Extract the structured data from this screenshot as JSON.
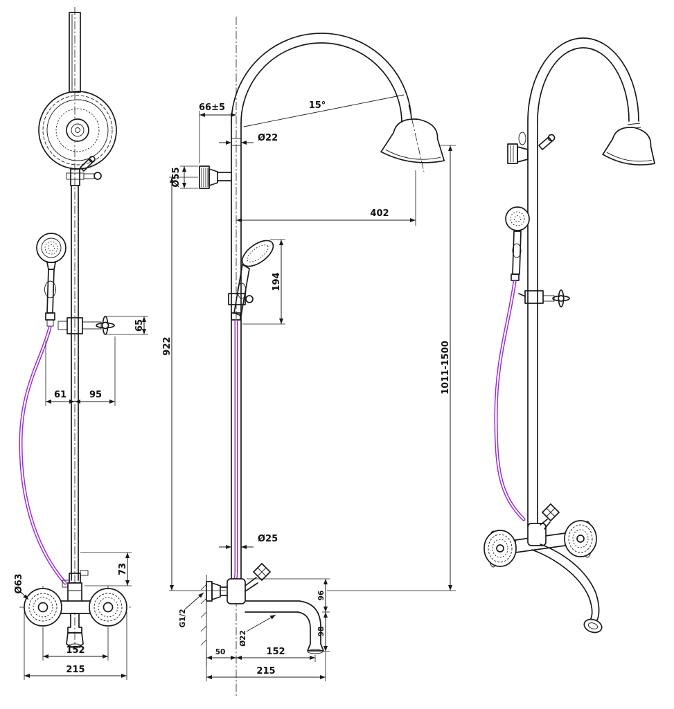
{
  "colors": {
    "line": "#1a1a1a",
    "hose": "#9b2fd6",
    "background": "#ffffff"
  },
  "dims": {
    "front": {
      "handle_height": "65",
      "offset_left": "61",
      "offset_right": "95",
      "lower_offset": "73",
      "handle_diameter": "Ø63",
      "valve_spacing": "152",
      "overall_width": "215"
    },
    "side": {
      "wall_offset": "66±5",
      "flange_diameter": "Ø55",
      "pipe_diameter": "Ø22",
      "head_angle": "15°",
      "head_reach": "402",
      "handshower_length": "194",
      "column_height": "922",
      "overall_height": "1011-1500",
      "riser_diameter": "Ø25",
      "body_height": "96",
      "spout_drop": "98",
      "inlet_thread": "G1/2",
      "spout_diameter": "Ø22",
      "wall_to_center": "50",
      "center_to_spout": "152",
      "overall_depth": "215"
    }
  }
}
